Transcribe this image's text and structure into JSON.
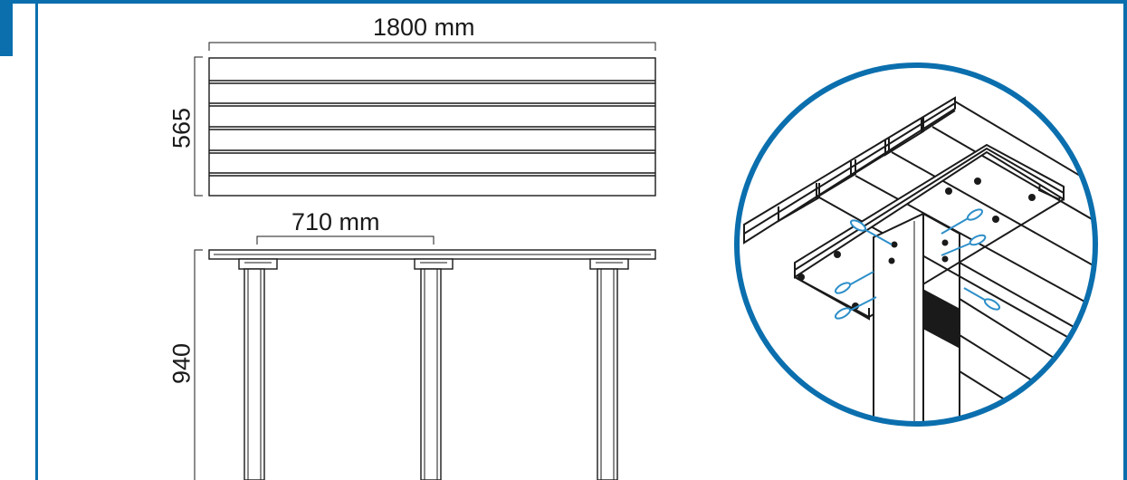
{
  "dimensions": {
    "top_width": "1800 mm",
    "top_depth": "565",
    "leg_spacing": "710 mm",
    "height": "940"
  },
  "colors": {
    "frame_blue": "#0b6fae",
    "line": "#1a1a1a",
    "screw_blue": "#3aa0d8"
  }
}
